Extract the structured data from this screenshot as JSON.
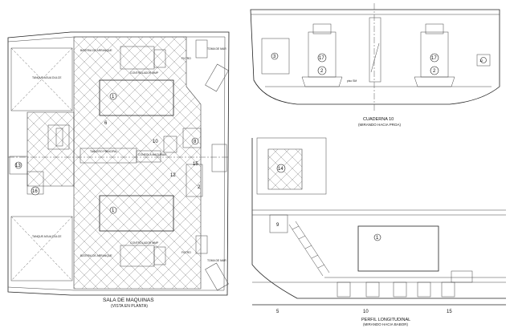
{
  "plan": {
    "title": "SALA DE MAQUINAS",
    "subtitle": "(VISTA EN PLANTA)",
    "labels": {
      "tanque_agua_sup": "TANQUE AGUA DULCE",
      "tanque_agua_inf": "TANQUE AGUA DULCE",
      "bateria_sup": "BATERIA DE ARRANQUE",
      "bateria_inf": "BATERIA DE ARRANQUE",
      "tanque_combustible": "TABLERO PRINCIPAL",
      "control_sup": "CONTROLADOR MMP",
      "control_inf": "CONTROLADOR MMP",
      "consola": "CONSOLA MAQUINAS",
      "toma_sup": "TOMA DE MAR",
      "toma_inf": "TOMA DE MAR",
      "filtro_sup": "FILTRO",
      "filtro_inf": "FILTRO"
    },
    "numbers": [
      "1",
      "1",
      "2",
      "6",
      "8",
      "10",
      "12",
      "13",
      "15",
      "16"
    ]
  },
  "section": {
    "title": "CUADERNA 10",
    "subtitle": "(MIRANDO HACIA PROA)",
    "piso_label": "piso SM",
    "numbers": [
      "3",
      "17",
      "2",
      "17",
      "2",
      "12"
    ]
  },
  "profile": {
    "title": "PERFIL LONGITUDINAL",
    "subtitle": "(MIRANDO HACIA BABOR)",
    "frames": [
      "5",
      "10",
      "15"
    ],
    "numbers": [
      "1",
      "14",
      "9"
    ]
  }
}
